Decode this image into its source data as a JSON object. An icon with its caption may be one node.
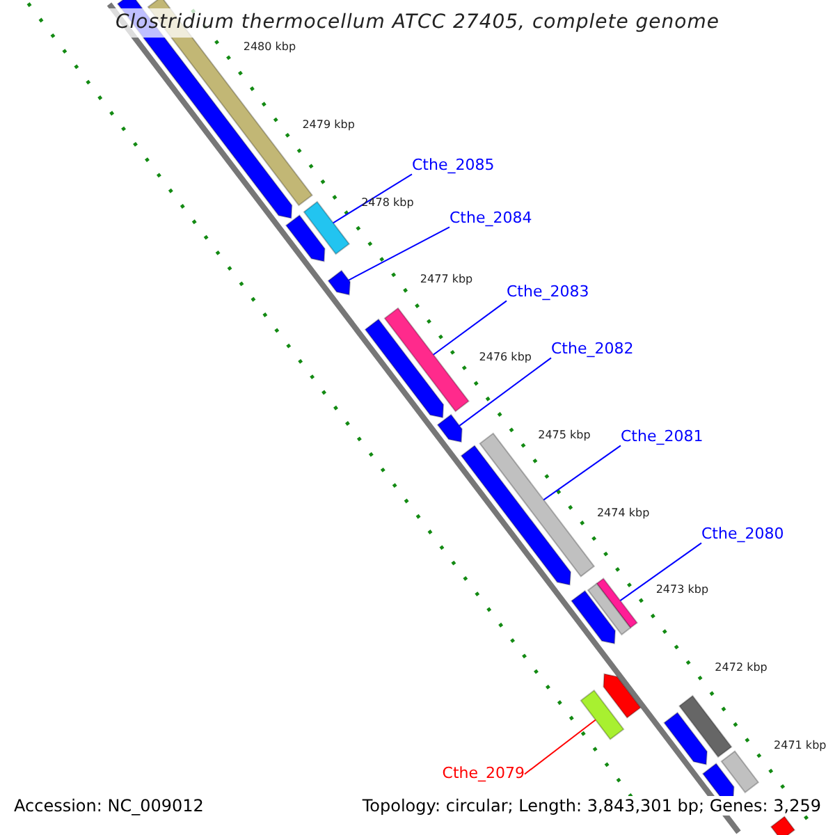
{
  "diagram": {
    "title": "Clostridium thermocellum ATCC 27405, complete genome",
    "nodes": [
      {
        "text": [
          "Cthe_2085"
        ]
      },
      {
        "text": [
          "Cthe_2084"
        ]
      },
      {
        "text": [
          "Cthe_2083"
        ]
      },
      {
        "text": [
          "Cthe_2082"
        ]
      },
      {
        "text": [
          "Cthe_2081"
        ]
      },
      {
        "text": [
          "Cthe_2080"
        ]
      },
      {
        "text": [
          "Cthe_2079"
        ]
      },
      {
        "text": [],
        "shape": "bar"
      },
      {
        "text": [],
        "shape": "bar"
      },
      {
        "text": [],
        "shape": "bar"
      },
      {
        "text": [],
        "shape": "bar"
      },
      {
        "text": [],
        "shape": "bar"
      },
      {
        "text": [],
        "shape": "bar"
      },
      {
        "text": [],
        "shape": "bar"
      },
      {
        "text": [],
        "shape": "bar"
      },
      {
        "text": [],
        "shape": "bar"
      },
      {
        "text": [],
        "shape": "bar"
      },
      {
        "text": [],
        "shape": "bar"
      },
      {
        "text": [],
        "shape": "bar"
      },
      {
        "text": [],
        "shape": "bar"
      },
      {
        "text": [],
        "shape": "bar"
      },
      {
        "text": [],
        "shape": "bar"
      },
      {
        "text": [],
        "shape": "bar"
      },
      {
        "text": [],
        "shape": "bar"
      },
      {
        "text": [],
        "shape": "bar"
      },
      {
        "text": [],
        "shape": "bar"
      },
      {
        "text": [],
        "shape": "bar"
      }
    ],
    "edges": [
      {
        "from": 0,
        "to": 7,
        "arrow": "none"
      },
      {
        "from": 1,
        "to": 8,
        "arrow": "none"
      },
      {
        "from": 2,
        "to": 9,
        "arrow": "none"
      },
      {
        "from": 3,
        "to": 10,
        "arrow": "none"
      },
      {
        "from": 4,
        "to": 11,
        "arrow": "none"
      },
      {
        "from": 5,
        "to": 12,
        "arrow": "none"
      },
      {
        "from": 6,
        "to": 13,
        "arrow": "none",
        "color": "#ff0000"
      }
    ],
    "labels": [
      "2480 kbp",
      "2479 kbp",
      "2478 kbp",
      "2477 kbp",
      "2476 kbp",
      "2475 kbp",
      "2474 kbp",
      "2473 kbp",
      "2472 kbp",
      "2471 kbp",
      "Accession: NC_009012",
      "Topology: circular; Length: 3,843,301 bp; Genes: 3,259"
    ]
  }
}
